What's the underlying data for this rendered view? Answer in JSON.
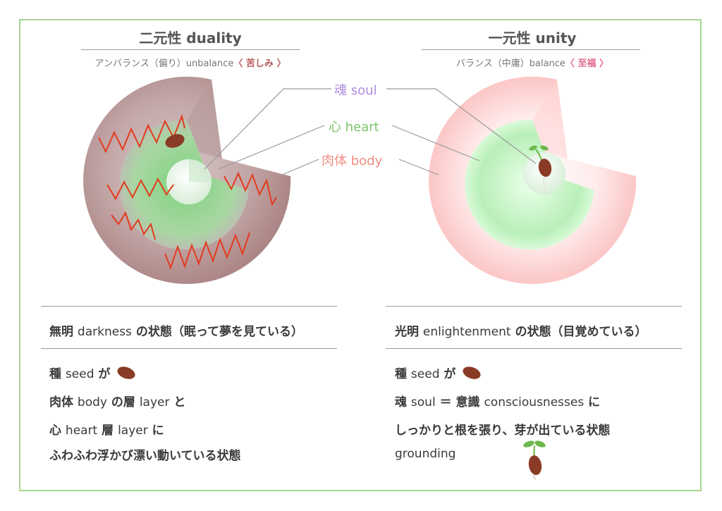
{
  "left": {
    "title": "二元性 duality",
    "subtitle_main": "アンバランス（偏り）unbalance",
    "subtitle_accent": "〈 苦しみ 〉",
    "state": {
      "jp_before": "無明",
      "latin": "darkness",
      "jp_after": "の状態（眠って夢を見ている）"
    },
    "lines": [
      {
        "jp1": "種",
        "latin": "seed",
        "jp2": "が"
      },
      {
        "jp1": "肉体",
        "latin": "body",
        "jp2": "の層",
        "latin2": "layer",
        "jp3": "と"
      },
      {
        "jp1": "心",
        "latin": "heart",
        "jp2": "層",
        "latin2": "layer",
        "jp3": "に"
      },
      {
        "jp1": "ふわふわ浮かび漂い動いている状態"
      }
    ]
  },
  "right": {
    "title": "一元性 unity",
    "subtitle_main": "バランス（中庸）balance",
    "subtitle_accent": "〈 至福 〉",
    "state": {
      "jp_before": "光明",
      "latin": "enlightenment",
      "jp_after": "の状態（目覚めている）"
    },
    "lines": [
      {
        "jp1": "種",
        "latin": "seed",
        "jp2": "が"
      },
      {
        "jp1": "魂",
        "latin": "soul",
        "jp2": "＝ 意識",
        "latin2": "consciousnesses",
        "jp3": "に"
      },
      {
        "jp1": "しっかりと根を張り、芽が出ている状態"
      },
      {
        "latin": "grounding"
      }
    ]
  },
  "labels": {
    "soul": "魂 soul",
    "heart": "心 heart",
    "body": "肉体 body"
  },
  "colors": {
    "frame": "#a8d68f",
    "soul": "#b08ae0",
    "heart": "#7cc36a",
    "body": "#ef8e82",
    "zigzag": "#e33b1e",
    "seed": "#8a3b25"
  },
  "icons": [
    "seed-icon",
    "sprout-icon"
  ]
}
